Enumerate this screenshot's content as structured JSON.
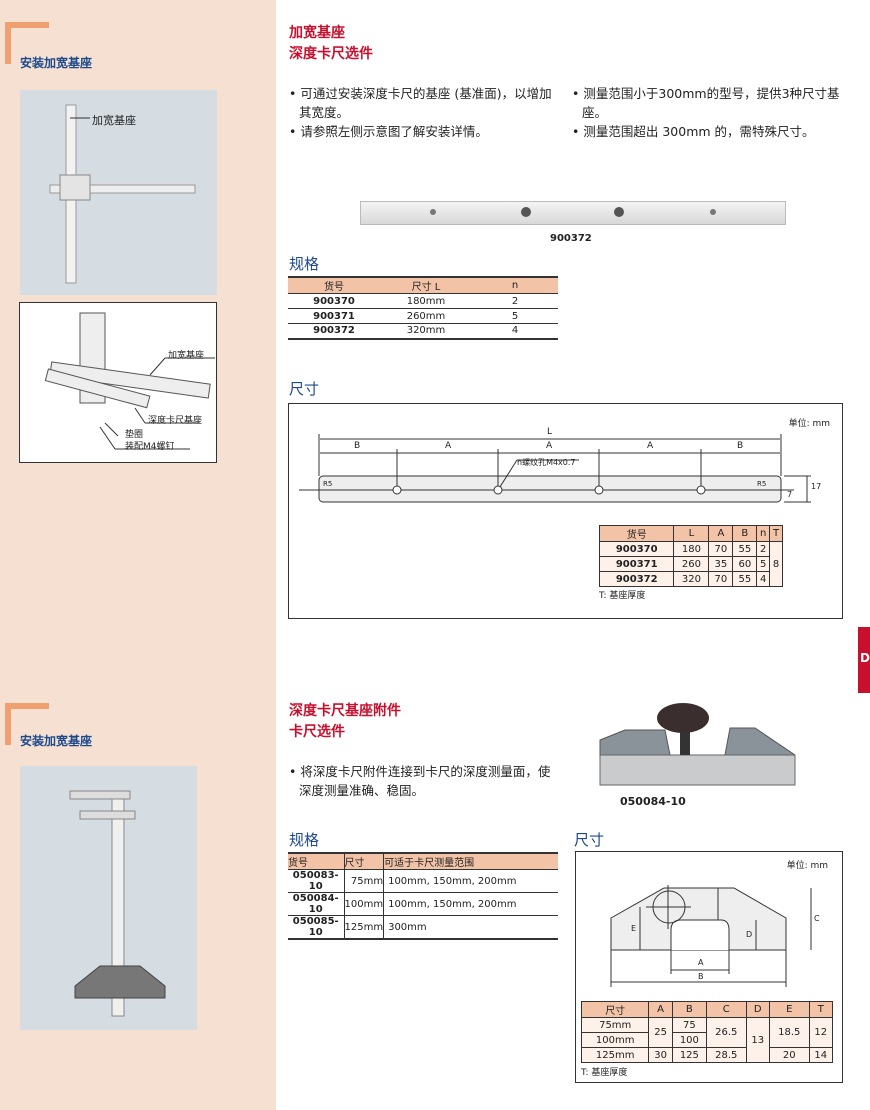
{
  "sidebar": {
    "section1_label": "安装加宽基座",
    "section2_label": "安装加宽基座",
    "photo1_callout": "加宽基座",
    "diagram_labels": [
      "加宽基座",
      "深度卡尺基座",
      "垫圈",
      "装配M4螺钉"
    ]
  },
  "section1": {
    "title1": "加宽基座",
    "title2": "深度卡尺选件",
    "bullets_left": [
      "可通过安装深度卡尺的基座 (基准面)，以增加其宽度。",
      "请参照左侧示意图了解安装详情。"
    ],
    "bullets_right": [
      "测量范围小于300mm的型号，提供3种尺寸基座。",
      "测量范围超出 300mm 的，需特殊尺寸。"
    ],
    "product_caption": "900372",
    "spec_heading": "规格",
    "spec_headers": [
      "货号",
      "尺寸 L",
      "n"
    ],
    "spec_rows": [
      [
        "900370",
        "180mm",
        "2"
      ],
      [
        "900371",
        "260mm",
        "5"
      ],
      [
        "900372",
        "320mm",
        "4"
      ]
    ],
    "dim_heading": "尺寸",
    "unit": "单位: mm",
    "drawing_labels": {
      "L": "L",
      "A": "A",
      "B": "B",
      "hole": "n螺纹孔M4x0.7",
      "r": "R5",
      "h1": "7",
      "h2": "17"
    },
    "dim_headers": [
      "货号",
      "L",
      "A",
      "B",
      "n",
      "T"
    ],
    "dim_rows": [
      [
        "900370",
        "180",
        "70",
        "55",
        "2"
      ],
      [
        "900371",
        "260",
        "35",
        "60",
        "5"
      ],
      [
        "900372",
        "320",
        "70",
        "55",
        "4"
      ]
    ],
    "dim_T": "8",
    "footnote": "T: 基座厚度"
  },
  "section2": {
    "title1": "深度卡尺基座附件",
    "title2": "卡尺选件",
    "bullets": [
      "将深度卡尺附件连接到卡尺的深度测量面，使深度测量准确、稳固。"
    ],
    "product_caption": "050084-10",
    "spec_heading": "规格",
    "spec_headers": [
      "货号",
      "尺寸",
      "可适于卡尺测量范围"
    ],
    "spec_rows": [
      [
        "050083-10",
        "75mm",
        "100mm, 150mm, 200mm"
      ],
      [
        "050084-10",
        "100mm",
        "100mm, 150mm, 200mm"
      ],
      [
        "050085-10",
        "125mm",
        "300mm"
      ]
    ],
    "dim_heading": "尺寸",
    "unit": "单位: mm",
    "drawing_labels": {
      "A": "A",
      "B": "B",
      "C": "C",
      "D": "D",
      "E": "E"
    },
    "dim_headers": [
      "尺寸",
      "A",
      "B",
      "C",
      "D",
      "E",
      "T"
    ],
    "dim": {
      "r1": "75mm",
      "r2": "100mm",
      "r3": "125mm",
      "A12": "25",
      "A3": "30",
      "B1": "75",
      "B2": "100",
      "B3": "125",
      "C12": "26.5",
      "C3": "28.5",
      "D": "13",
      "E12": "18.5",
      "E3": "20",
      "T12": "12",
      "T3": "14"
    },
    "footnote": "T: 基座厚度"
  },
  "tab_letter": "D"
}
